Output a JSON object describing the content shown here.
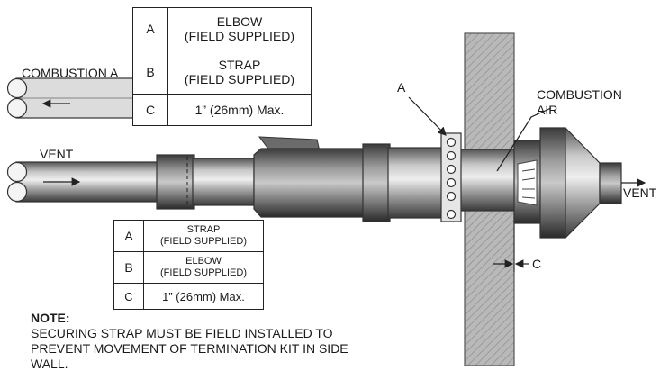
{
  "labels": {
    "combustion_air_left": "COMBUSTION A",
    "vent_left": "VENT",
    "callout_a": "A",
    "combustion_air_right_line1": "COMBUSTION",
    "combustion_air_right_line2": "AIR",
    "vent_right": "VENT",
    "callout_c": "C"
  },
  "legend_top": [
    {
      "key": "A",
      "line1": "ELBOW",
      "line2": "(FIELD SUPPLIED)"
    },
    {
      "key": "B",
      "line1": "STRAP",
      "line2": "(FIELD SUPPLIED)"
    },
    {
      "key": "C",
      "line1": "1” (26mm) Max.",
      "line2": ""
    }
  ],
  "legend_bottom": [
    {
      "key": "A",
      "line1": "STRAP",
      "line2": "(FIELD SUPPLIED)"
    },
    {
      "key": "B",
      "line1": "ELBOW",
      "line2": "(FIELD SUPPLIED)"
    },
    {
      "key": "C",
      "line1": "1” (26mm) Max.",
      "line2": ""
    }
  ],
  "note": {
    "heading": "NOTE:",
    "line1": "SECURING STRAP MUST BE FIELD INSTALLED TO",
    "line2": "PREVENT MOVEMENT OF TERMINATION KIT IN SIDE",
    "line3": "WALL."
  }
}
